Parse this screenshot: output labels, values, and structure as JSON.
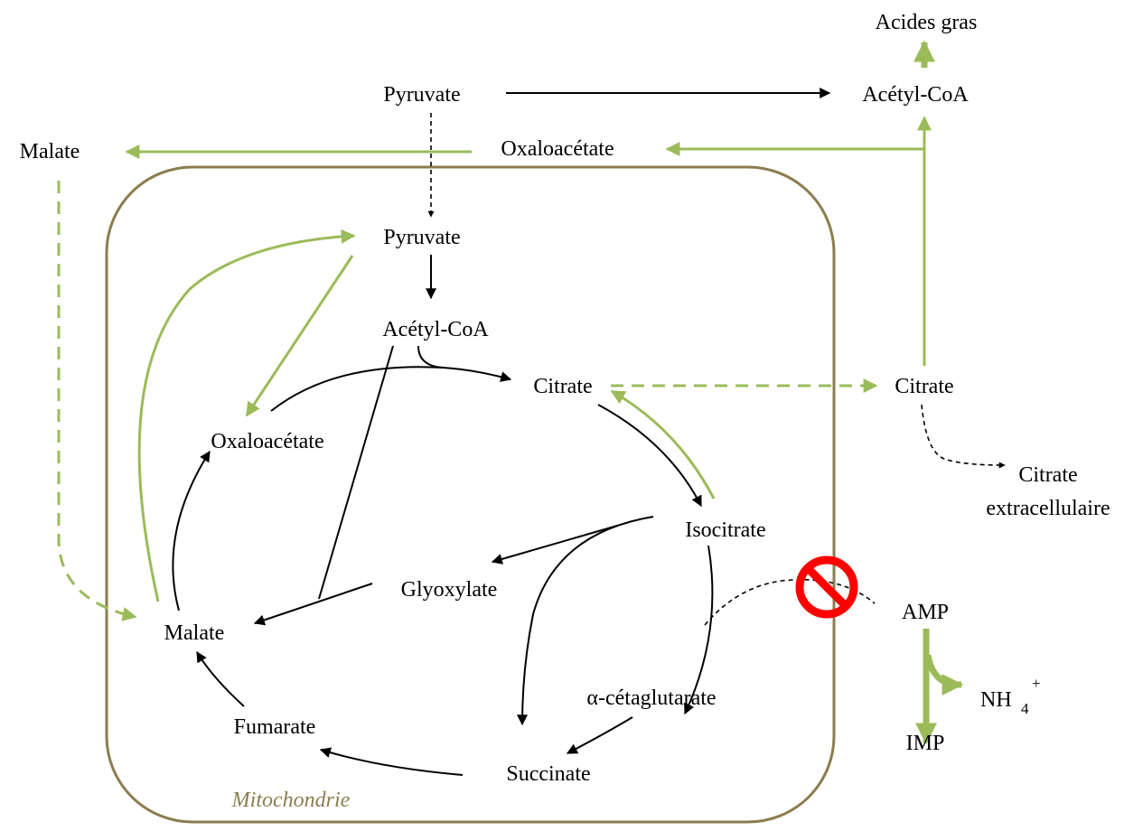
{
  "compartment": {
    "label": "Mitochondrie",
    "border_color": "#8b7d4e"
  },
  "colors": {
    "green_pathway": "#9bbb59",
    "black_pathway": "#000000",
    "inhibition": "#ff0000"
  },
  "cytosol": {
    "acides_gras": "Acides gras",
    "pyruvate": "Pyruvate",
    "acetyl_coa": "Acétyl-CoA",
    "oxaloacetate": "Oxaloacétate",
    "malate": "Malate",
    "citrate": "Citrate",
    "citrate_extra_line1": "Citrate",
    "citrate_extra_line2": "extracellulaire",
    "amp": "AMP",
    "nh4": "NH",
    "nh4_sub": "4",
    "nh4_sup": "+",
    "imp": "IMP"
  },
  "mito": {
    "pyruvate": "Pyruvate",
    "acetyl_coa": "Acétyl-CoA",
    "citrate": "Citrate",
    "oxaloacetate": "Oxaloacétate",
    "isocitrate": "Isocitrate",
    "glyoxylate": "Glyoxylate",
    "malate": "Malate",
    "alpha_ketoglutarate": "α-cétaglutarate",
    "fumarate": "Fumarate",
    "succinate": "Succinate"
  },
  "icons": {
    "inhibition": "prohibition-icon"
  }
}
